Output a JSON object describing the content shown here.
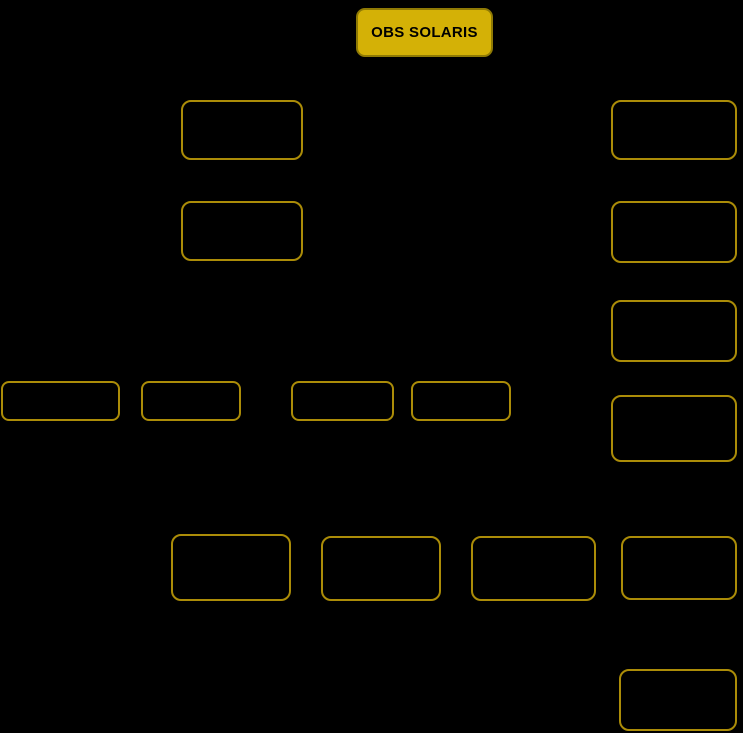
{
  "diagram": {
    "type": "org-chart",
    "root": {
      "label": "OBS SOLARIS"
    },
    "colors": {
      "background": "#000000",
      "node_border": "#ab8c08",
      "root_fill": "#d4b106",
      "root_border": "#8f7a04",
      "root_text": "#000000"
    },
    "node_count": 16,
    "empty_node_count": 15
  }
}
